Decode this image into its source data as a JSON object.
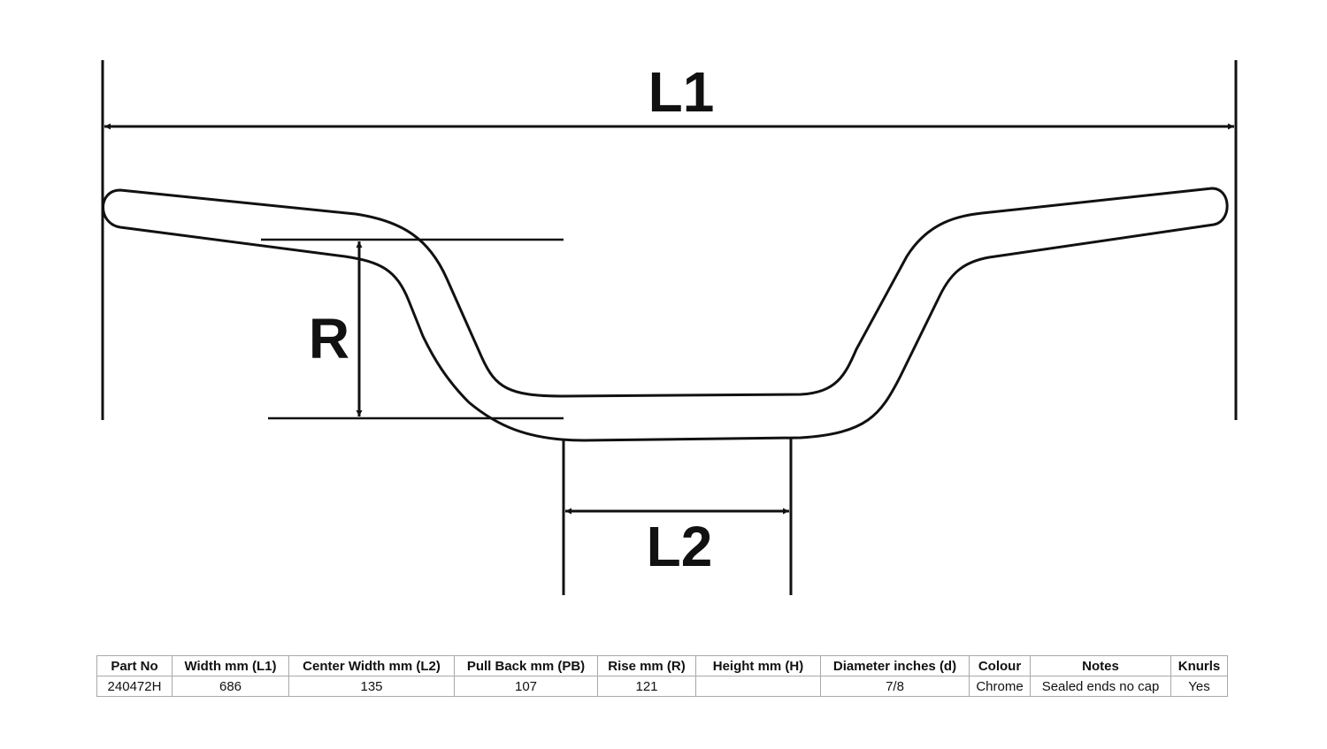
{
  "diagram": {
    "labels": {
      "l1": "L1",
      "l2": "L2",
      "r": "R"
    },
    "stroke_color": "#111111"
  },
  "table": {
    "headers": [
      "Part No",
      "Width mm (L1)",
      "Center Width mm (L2)",
      "Pull Back mm (PB)",
      "Rise mm (R)",
      "Height mm (H)",
      "Diameter inches (d)",
      "Colour",
      "Notes",
      "Knurls"
    ],
    "rows": [
      [
        "240472H",
        "686",
        "135",
        "107",
        "121",
        "",
        "7/8",
        "Chrome",
        "Sealed ends no cap",
        "Yes"
      ]
    ],
    "border_color": "#a9a9a9"
  }
}
